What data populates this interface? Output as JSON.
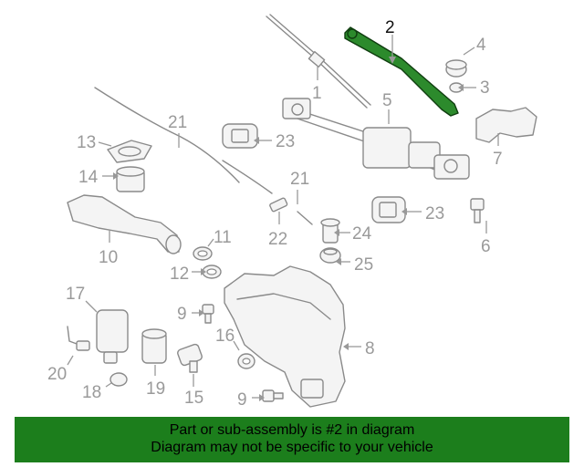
{
  "diagram": {
    "highlight_color": "#2c8a2c",
    "callouts": {
      "c1": "1",
      "c2": "2",
      "c3": "3",
      "c4": "4",
      "c5": "5",
      "c6": "6",
      "c7": "7",
      "c8": "8",
      "c9a": "9",
      "c9b": "9",
      "c10": "10",
      "c11": "11",
      "c12": "12",
      "c13": "13",
      "c14": "14",
      "c15": "15",
      "c16": "16",
      "c17": "17",
      "c18": "18",
      "c19": "19",
      "c20": "20",
      "c21a": "21",
      "c21b": "21",
      "c22": "22",
      "c23a": "23",
      "c23b": "23",
      "c24": "24",
      "c25": "25"
    }
  },
  "banner": {
    "background": "#1c7e1c",
    "line1": "Part or sub-assembly is #2 in diagram",
    "line2": "Diagram may not be specific to your vehicle"
  }
}
